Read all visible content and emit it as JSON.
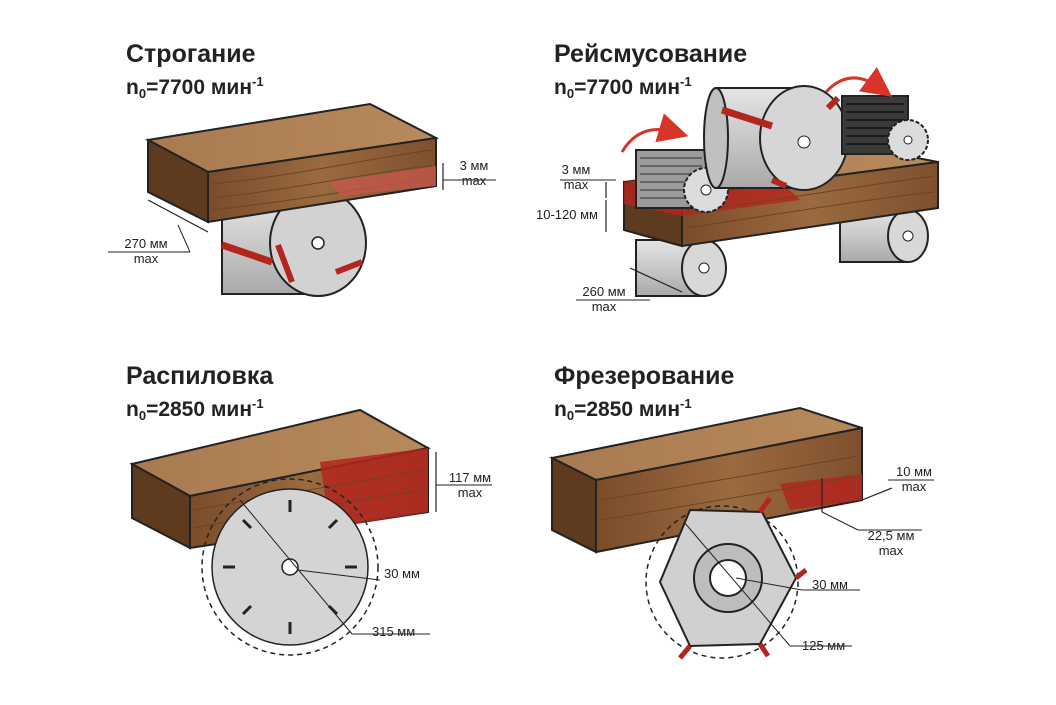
{
  "panels": {
    "planing": {
      "title": "Строгание",
      "rpm": {
        "prefix": "n",
        "sub": "0",
        "value": "=7700 мин",
        "sup": "-1"
      },
      "depth_value": "3 мм",
      "depth_unit": "max",
      "width_value": "270 мм",
      "width_unit": "max"
    },
    "thicknessing": {
      "title": "Рейсмусование",
      "rpm": {
        "prefix": "n",
        "sub": "0",
        "value": "=7700 мин",
        "sup": "-1"
      },
      "depth_value": "3 мм",
      "depth_unit": "max",
      "height_range": "10-120 мм",
      "width_value": "260 мм",
      "width_unit": "max"
    },
    "sawing": {
      "title": "Распиловка",
      "rpm": {
        "prefix": "n",
        "sub": "0",
        "value": "=2850 мин",
        "sup": "-1"
      },
      "cut_value": "117 мм",
      "cut_unit": "max",
      "bore": "30 мм",
      "diameter": "315 мм"
    },
    "milling": {
      "title": "Фрезерование",
      "rpm": {
        "prefix": "n",
        "sub": "0",
        "value": "=2850 мин",
        "sup": "-1"
      },
      "width_value": "10 мм",
      "width_unit": "max",
      "depth_value": "22,5 мм",
      "depth_unit": "max",
      "bore": "30 мм",
      "diameter": "125 мм"
    }
  },
  "colors": {
    "wood": "#8a5a34",
    "wood_top": "#a5734a",
    "wood_side": "#5e3a1f",
    "cut_zone": "#b8322a",
    "steel": "#c9c9c9",
    "blade_red": "#b3261e",
    "arrow_red": "#d8342a"
  }
}
